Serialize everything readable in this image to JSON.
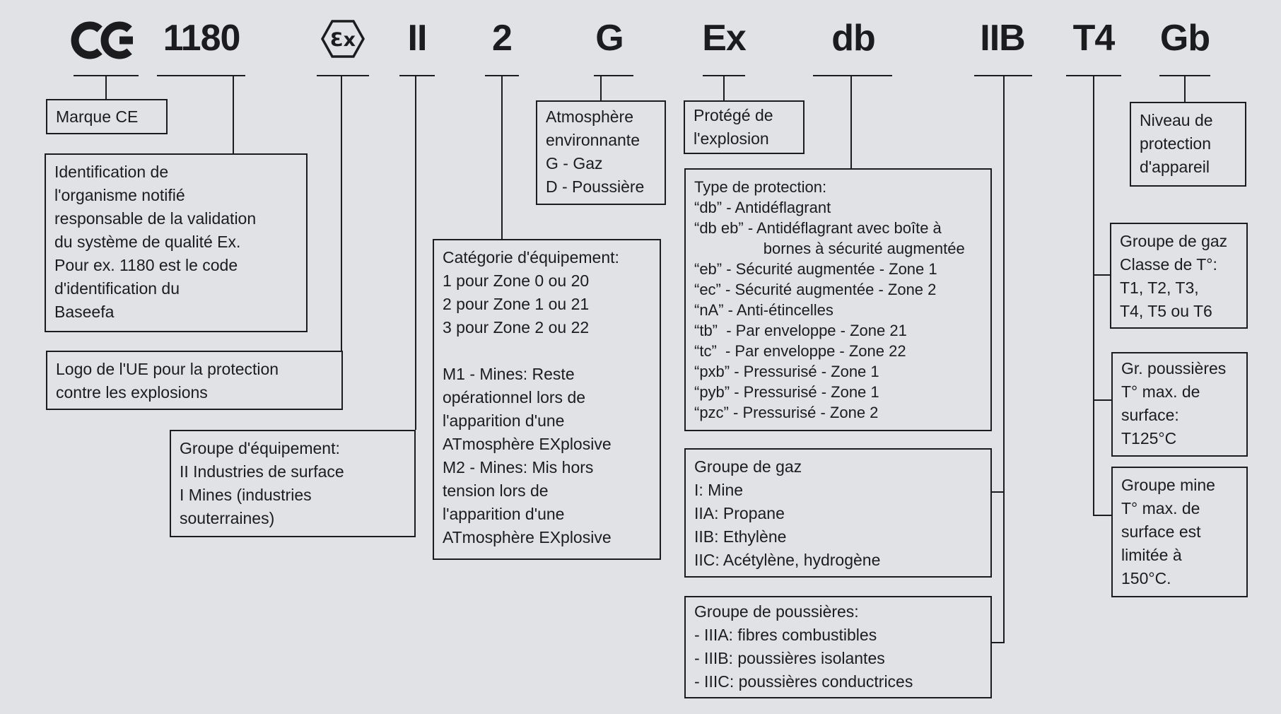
{
  "colors": {
    "background": "#e0e2e5",
    "line": "#1c1c1e"
  },
  "marking": {
    "ce_mark": "CE",
    "notified_body": "1180",
    "ex_hexagon": "Ɛx",
    "equipment_group": "II",
    "equipment_category": "2",
    "atmosphere": "G",
    "ex_prefix": "Ex",
    "protection_type": "db",
    "gas_group": "IIB",
    "temp_class": "T4",
    "epl": "Gb"
  },
  "boxes": {
    "marque_ce": [
      "Marque CE"
    ],
    "organisme_notifie": [
      "Identification de",
      "l'organisme notifié",
      "responsable de la validation",
      "du système de qualité Ex.",
      "Pour ex. 1180 est le code",
      "d'identification du",
      "Baseefa"
    ],
    "logo_ue": [
      "Logo de l'UE pour la protection",
      "contre les explosions"
    ],
    "groupe_equipement": [
      "Groupe d'équipement:",
      "II Industries de surface",
      "I Mines (industries",
      "souterraines)"
    ],
    "categorie_equipement": [
      "Catégorie d'équipement:",
      "1 pour Zone 0 ou 20",
      "2 pour Zone 1 ou 21",
      "3 pour Zone 2 ou 22",
      "",
      "M1 - Mines: Reste",
      "opérationnel lors de",
      "l'apparition d'une",
      "ATmosphère EXplosive",
      "M2 - Mines: Mis hors",
      "tension lors de",
      "l'apparition d'une",
      "ATmosphère EXplosive"
    ],
    "atmosphere_environnante": [
      "Atmosphère",
      "environnante",
      "G - Gaz",
      "D - Poussière"
    ],
    "protege_explosion": [
      "Protégé de",
      "l'explosion"
    ],
    "type_protection": [
      "Type de protection:",
      "“db” - Antidéflagrant",
      "“db eb” - Antidéflagrant avec boîte à",
      "                bornes à sécurité augmentée",
      "“eb” - Sécurité augmentée - Zone 1",
      "“ec” - Sécurité augmentée - Zone 2",
      "“nA” - Anti-étincelles",
      "“tb”  - Par enveloppe - Zone 21",
      "“tc”  - Par enveloppe - Zone 22",
      "“pxb” - Pressurisé - Zone 1",
      "“pyb” - Pressurisé - Zone 1",
      "“pzc” - Pressurisé - Zone 2"
    ],
    "groupe_gaz": [
      "Groupe de gaz",
      "I: Mine",
      "IIA: Propane",
      "IIB: Ethylène",
      "IIC: Acétylène, hydrogène"
    ],
    "groupe_poussieres": [
      "Groupe de poussières:",
      "- IIIA: fibres combustibles",
      "- IIIB: poussières isolantes",
      "- IIIC: poussières conductrices"
    ],
    "niveau_protection": [
      "Niveau de",
      "protection",
      "d'appareil"
    ],
    "classe_temperature": [
      "Groupe de gaz",
      "Classe de T°:",
      "T1, T2, T3,",
      "T4, T5 ou T6"
    ],
    "gr_poussieres_temp": [
      "Gr. poussières",
      "T° max. de",
      "surface:",
      "T125°C"
    ],
    "groupe_mine_temp": [
      "Groupe mine",
      "T° max. de",
      "surface est",
      "limitée à",
      "150°C."
    ]
  }
}
